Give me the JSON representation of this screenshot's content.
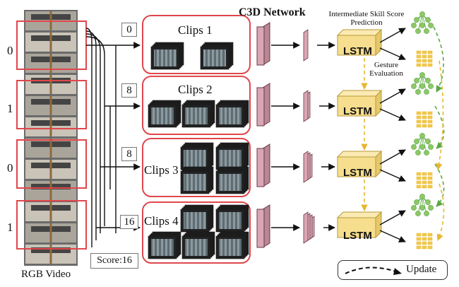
{
  "network_title": "C3D Network",
  "video_label": "RGB Video",
  "frame_labels": [
    "0",
    "1",
    "0",
    "1"
  ],
  "clip_indices": [
    "0",
    "8",
    "8",
    "16"
  ],
  "clips": [
    "Clips 1",
    "Clips 2",
    "Clips 3",
    "Clips 4"
  ],
  "lstm_label": "LSTM",
  "intermediate_label": "Intermediate Skill Score Prediction",
  "gesture_label": "Gesture Evaluation",
  "score_label": "Score:16",
  "legend_label": "Update",
  "colors": {
    "clip_border": "#e0474c",
    "lstm_fill": "#f6de8e",
    "lstm_stroke": "#b79a3a",
    "tree_green": "#8fc767",
    "tree_yellow": "#f3c84a",
    "update_green": "#5aa845",
    "update_yellow": "#e6b730",
    "block_fill": "#d9a7b3",
    "block_stroke": "#6c3a48"
  }
}
